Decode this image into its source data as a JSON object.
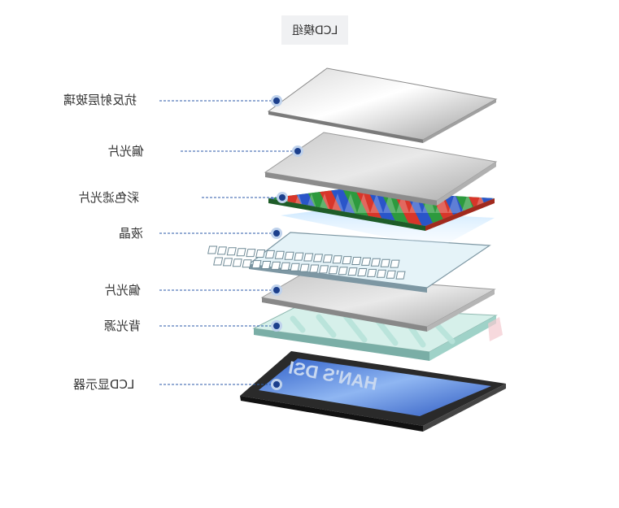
{
  "title": "LCD模组",
  "layers": [
    {
      "id": "anti-glare",
      "label": "抗反射层玻璃"
    },
    {
      "id": "polarizer-top",
      "label": "偏光片"
    },
    {
      "id": "color-filter",
      "label": "彩色滤光片"
    },
    {
      "id": "liquid-crystal",
      "label": "液晶"
    },
    {
      "id": "polarizer-bottom",
      "label": "偏光片"
    },
    {
      "id": "backlight",
      "label": "背光源"
    },
    {
      "id": "lcd-display",
      "label": "LCD显示器"
    }
  ],
  "screen_text": "HAN'S DSI",
  "colors": {
    "leader_line": "#2b5aa8",
    "dot": "#1c3f8c",
    "screen_blue": "#3f6fd6",
    "frame": "#2a2a2a"
  }
}
